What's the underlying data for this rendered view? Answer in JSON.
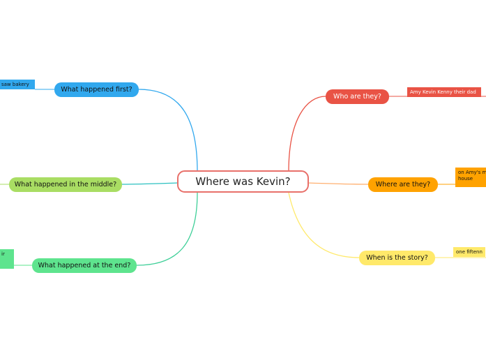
{
  "central": {
    "label": "Where was Kevin?"
  },
  "topics": {
    "first": {
      "label": "What happened first?",
      "color": "#31a8ee"
    },
    "middle": {
      "label": "What happened in the middle?",
      "color": "#a9dd63"
    },
    "end": {
      "label": "What happened at the end?",
      "color": "#5ee48e"
    },
    "who": {
      "label": "Who are they?",
      "color": "#e95345"
    },
    "where": {
      "label": "Where are they?",
      "color": "#ffa200"
    },
    "when": {
      "label": "When is the story?",
      "color": "#ffe96a"
    }
  },
  "subtopics": {
    "first": {
      "label": "saw   bakery"
    },
    "end": {
      "label": "ir"
    },
    "who": {
      "label": "Amy  Kevin  Kenny  their dad"
    },
    "where": {
      "label": "on Amy's m house"
    },
    "when": {
      "label": "one fiftenn"
    }
  }
}
